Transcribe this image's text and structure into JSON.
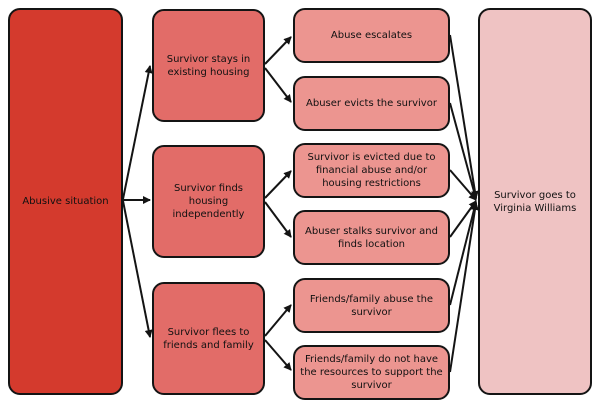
{
  "nodes": {
    "root": "Abusive situation",
    "stay": "Survivor stays in existing housing",
    "independent": "Survivor finds housing independently",
    "flee": "Survivor flees to friends and family",
    "escalates": "Abuse escalates",
    "evicts": "Abuser evicts the survivor",
    "evicted": "Survivor is evicted due to financial abuse and/or housing restrictions",
    "stalks": "Abuser stalks survivor and finds location",
    "family_abuse": "Friends/family abuse the survivor",
    "no_resources": "Friends/family do not have the resources to support the survivor",
    "outcome": "Survivor goes to Virginia Williams"
  },
  "colors": {
    "root": "#d43a2d",
    "middle": "#e26c68",
    "leaf": "#ec9590",
    "outcome": "#efc3c3",
    "arrow": "#141414"
  }
}
